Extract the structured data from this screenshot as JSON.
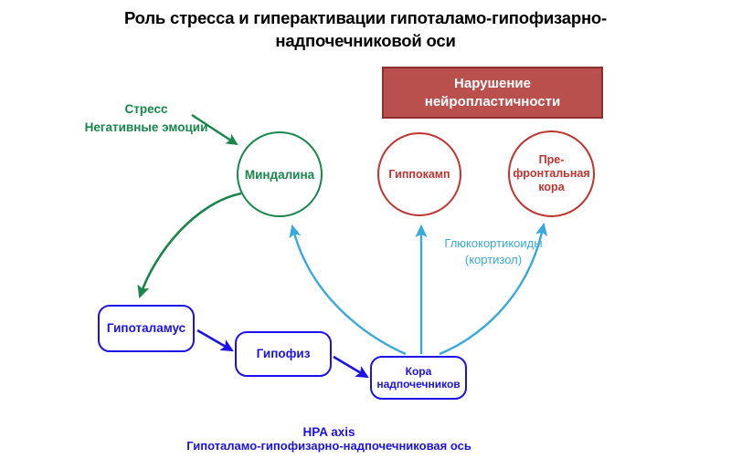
{
  "page": {
    "title_line1": "Роль стресса и гиперактивации гипоталамо-гипофизарно-",
    "title_line2": "надпочечниковой оси",
    "background": "#ffffff"
  },
  "colors": {
    "green": "#17864a",
    "red_circle": "#c0332f",
    "red_box_fill": "#b9504e",
    "red_box_border": "#8c2f2d",
    "blue": "#1a12e8",
    "cyan": "#38a9dd",
    "text_black": "#000000",
    "text_white": "#ffffff"
  },
  "alert_box": {
    "line1": "Нарушение",
    "line2": "нейропластичности"
  },
  "nodes": {
    "amygdala": {
      "label": "Миндалина",
      "shape": "circle",
      "color": "#17864a"
    },
    "hippocampus": {
      "label": "Гиппокамп",
      "shape": "circle",
      "color": "#c0332f"
    },
    "prefrontal": {
      "line1": "Пре-",
      "line2": "фронтальная",
      "line3": "кора",
      "shape": "circle",
      "color": "#c0332f"
    },
    "hypothalamus": {
      "label": "Гипоталамус",
      "shape": "rounded-rect",
      "color": "#1a12e8"
    },
    "pituitary": {
      "label": "Гипофиз",
      "shape": "rounded-rect",
      "color": "#1a12e8"
    },
    "adrenal_cortex": {
      "line1": "Кора",
      "line2": "надпочечников",
      "shape": "rounded-rect",
      "color": "#1a12e8"
    }
  },
  "labels": {
    "stress_line1": "Стресс",
    "stress_line2": "Негативные эмоции",
    "glucocorticoids_line1": "Глюкокортикоиды",
    "glucocorticoids_line2": "(кортизол)"
  },
  "caption": {
    "title": "HPA axis",
    "subtitle": "Гипоталамо-гипофизарно-надпочечниковая ось"
  },
  "arrows": [
    {
      "name": "stress-to-amygdala",
      "color": "#17864a",
      "from": "Стресс / Негативные эмоции",
      "to": "Миндалина"
    },
    {
      "name": "amygdala-to-hypothalamus",
      "color": "#17864a",
      "from": "Миндалина",
      "to": "Гипоталамус"
    },
    {
      "name": "hypothalamus-to-pituitary",
      "color": "#1a12e8",
      "from": "Гипоталамус",
      "to": "Гипофиз"
    },
    {
      "name": "pituitary-to-adrenal",
      "color": "#1a12e8",
      "from": "Гипофиз",
      "to": "Кора надпочечников"
    },
    {
      "name": "adrenal-to-amygdala",
      "color": "#38a9dd",
      "from": "Кора надпочечников",
      "to": "Миндалина"
    },
    {
      "name": "adrenal-to-hippocampus",
      "color": "#38a9dd",
      "from": "Кора надпочечников",
      "to": "Гиппокамп"
    },
    {
      "name": "adrenal-to-prefrontal",
      "color": "#38a9dd",
      "from": "Кора надпочечников",
      "to": "Пре-фронтальная кора"
    }
  ]
}
